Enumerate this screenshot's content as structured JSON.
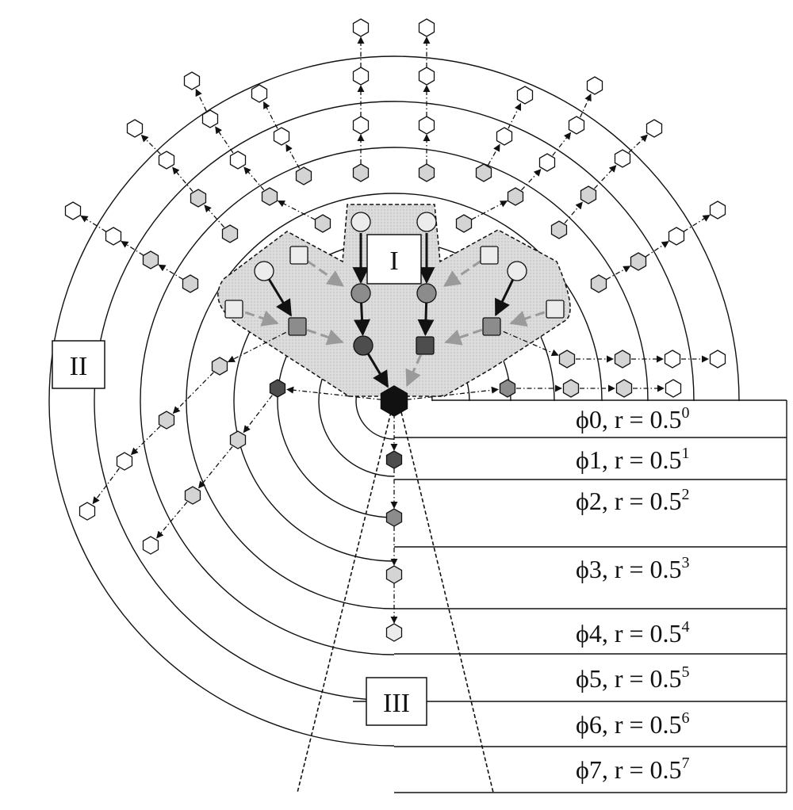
{
  "region_labels": {
    "I": "I",
    "II": "II",
    "III": "III"
  },
  "layers": [
    {
      "name": "ϕ0, r = 0.5",
      "exp": "0"
    },
    {
      "name": "ϕ1, r = 0.5",
      "exp": "1"
    },
    {
      "name": "ϕ2, r = 0.5",
      "exp": "2"
    },
    {
      "name": "ϕ3, r = 0.5",
      "exp": "3"
    },
    {
      "name": "ϕ4, r = 0.5",
      "exp": "4"
    },
    {
      "name": "ϕ5, r = 0.5",
      "exp": "5"
    },
    {
      "name": "ϕ6, r = 0.5",
      "exp": "6"
    },
    {
      "name": "ϕ7, r = 0.5",
      "exp": "7"
    }
  ],
  "colors": {
    "line": "#111111",
    "node_black": "#111111",
    "node_dark": "#4d4d4d",
    "node_mid": "#8c8c8c",
    "node_light": "#d4d4d4",
    "node_pale": "#ececec",
    "node_white": "#ffffff",
    "region_fill": "#d8d8d8",
    "dashed_arrow": "#9a9a9a"
  }
}
